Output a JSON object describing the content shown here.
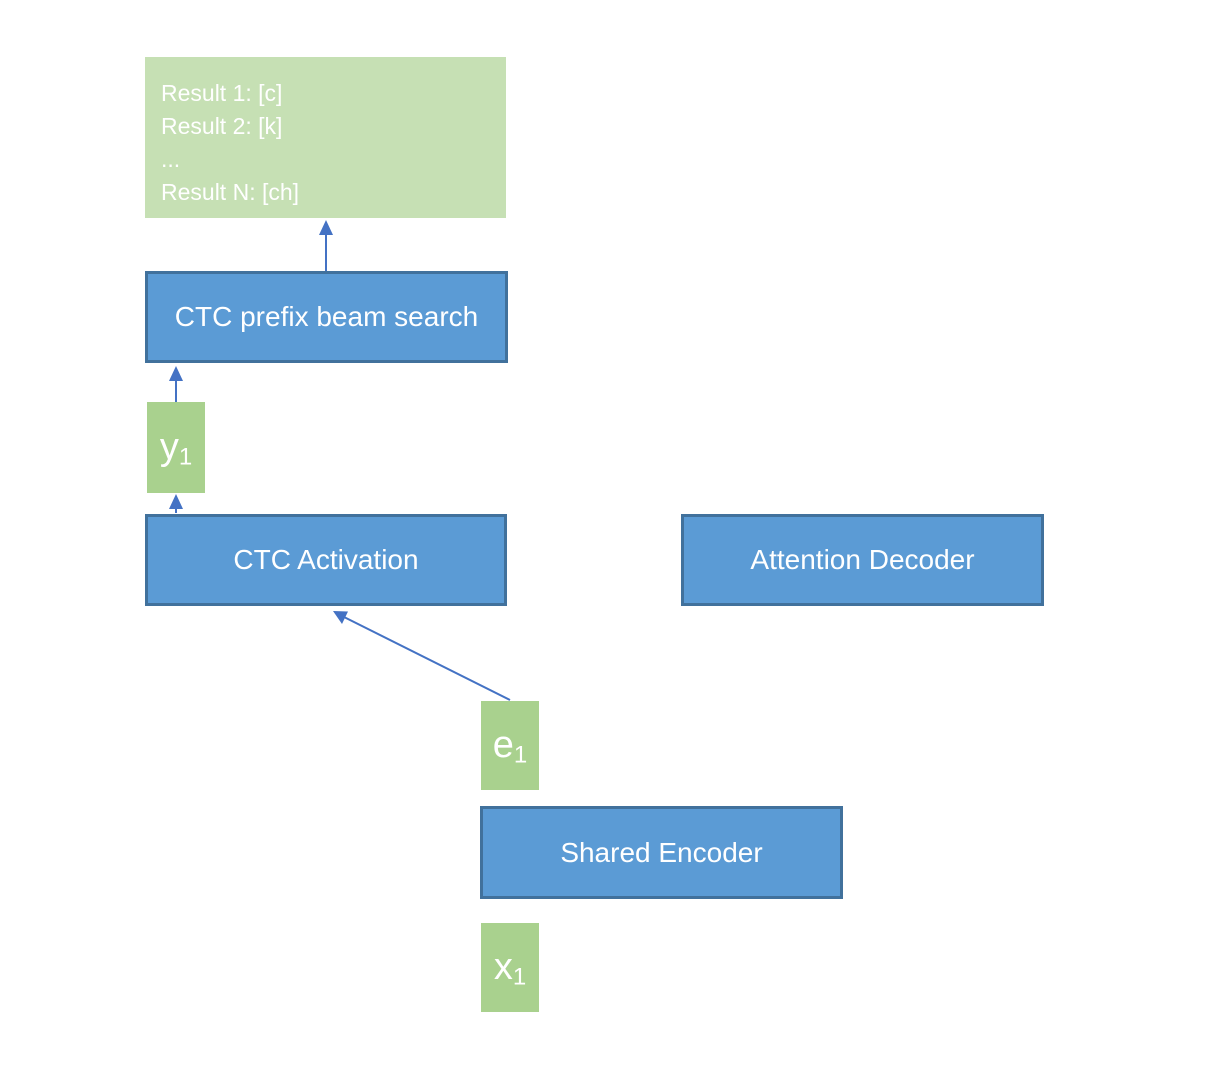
{
  "diagram": {
    "results_box": {
      "lines": [
        "Result 1: [c]",
        "Result 2: [k]",
        "...",
        "Result N: [ch]"
      ]
    },
    "nodes": {
      "ctc_prefix_beam_search": {
        "label": "CTC prefix beam search"
      },
      "ctc_activation": {
        "label": "CTC Activation"
      },
      "attention_decoder": {
        "label": "Attention Decoder"
      },
      "shared_encoder": {
        "label": "Shared Encoder"
      },
      "y1": {
        "base": "y",
        "sub": "1"
      },
      "e1": {
        "base": "e",
        "sub": "1"
      },
      "x1": {
        "base": "x",
        "sub": "1"
      }
    },
    "edges": [
      {
        "from": "ctc_prefix_beam_search",
        "to": "results_box"
      },
      {
        "from": "y1",
        "to": "ctc_prefix_beam_search"
      },
      {
        "from": "ctc_activation",
        "to": "y1"
      },
      {
        "from": "e1",
        "to": "ctc_activation"
      }
    ],
    "colors": {
      "blue_fill": "#5b9bd5",
      "blue_border": "#41719c",
      "light_green": "#c6e0b4",
      "green": "#a9d18e",
      "arrow": "#4472c4",
      "text": "#ffffff",
      "page_bg": "#ffffff"
    }
  }
}
